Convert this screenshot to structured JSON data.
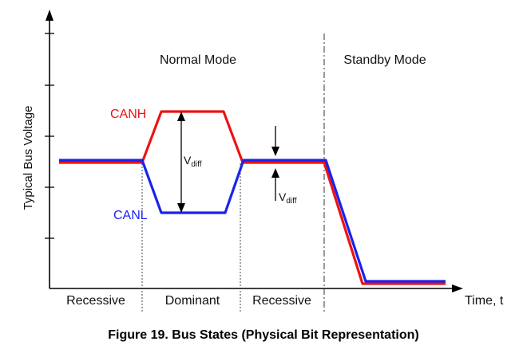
{
  "diagram": {
    "y_axis_label": "Typical Bus Voltage",
    "x_axis_label": "Time, t",
    "mode_labels": {
      "normal": "Normal Mode",
      "standby": "Standby Mode"
    },
    "state_labels": {
      "recessive_1": "Recessive",
      "dominant": "Dominant",
      "recessive_2": "Recessive"
    },
    "signals": {
      "canh": {
        "name": "CANH",
        "color": "#ee1111"
      },
      "canl": {
        "name": "CANL",
        "color": "#1a22ee"
      }
    },
    "vdiff": {
      "main": "V",
      "sub": "diff"
    },
    "caption": "Figure 19.  Bus States (Physical Bit Representation)"
  }
}
